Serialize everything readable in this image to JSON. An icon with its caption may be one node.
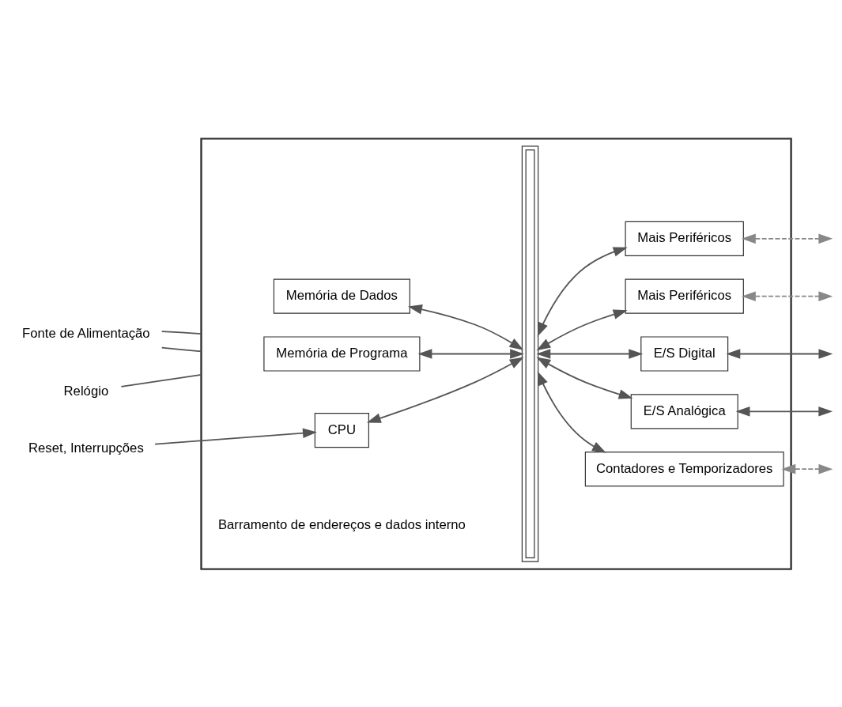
{
  "diagram": {
    "nodes": [
      {
        "text": [],
        "shape": "box"
      },
      {
        "text": [
          "Memória de Programa"
        ],
        "in": 0
      },
      {
        "text": [
          "Memória de Dados"
        ],
        "in": 0
      },
      {
        "text": [
          "CPU"
        ],
        "in": 0
      },
      {
        "text": [],
        "shape": "bar",
        "in": 0
      },
      {
        "text": [
          "Mais Periféricos"
        ],
        "in": 0
      },
      {
        "text": [
          "Mais Periféricos"
        ],
        "in": 0
      },
      {
        "text": [
          "E/S Digital"
        ],
        "in": 0
      },
      {
        "text": [
          "E/S Analógica"
        ],
        "in": 0
      },
      {
        "text": [
          "Contadores e Temporizadores"
        ],
        "in": 0
      },
      {
        "text": [
          "Fonte de Alimentação"
        ]
      },
      {
        "text": [
          "Reset, Interrupções"
        ]
      },
      {
        "text": [
          "Relógio"
        ]
      }
    ],
    "edges": [
      {
        "from": 1,
        "to": 4,
        "arrow": "both"
      },
      {
        "from": 2,
        "to": 4,
        "arrow": "both"
      },
      {
        "from": 3,
        "to": 4,
        "arrow": "both"
      },
      {
        "from": 4,
        "to": 5,
        "arrow": "both"
      },
      {
        "from": 4,
        "to": 6,
        "arrow": "both"
      },
      {
        "from": 4,
        "to": 7,
        "arrow": "both"
      },
      {
        "from": 4,
        "to": 8,
        "arrow": "both"
      },
      {
        "from": 4,
        "to": 9,
        "arrow": "both"
      },
      {
        "from": 5,
        "to": null,
        "arrow": "both",
        "style": "dashed",
        "color": "#888888"
      },
      {
        "from": 6,
        "to": null,
        "arrow": "both",
        "style": "dashed",
        "color": "#888888"
      },
      {
        "from": 7,
        "to": null,
        "arrow": "both"
      },
      {
        "from": 8,
        "to": null,
        "arrow": "both"
      },
      {
        "from": 9,
        "to": null,
        "arrow": "both",
        "style": "dashed",
        "color": "#888888"
      },
      {
        "from": 10,
        "to": 0,
        "arrow": "none"
      },
      {
        "from": 10,
        "to": 0,
        "arrow": "none"
      },
      {
        "from": 11,
        "to": 3,
        "arrow": "to"
      },
      {
        "from": 12,
        "to": 0,
        "arrow": "none"
      }
    ],
    "labels": [
      "Barramento de endereços e dados interno"
    ]
  }
}
